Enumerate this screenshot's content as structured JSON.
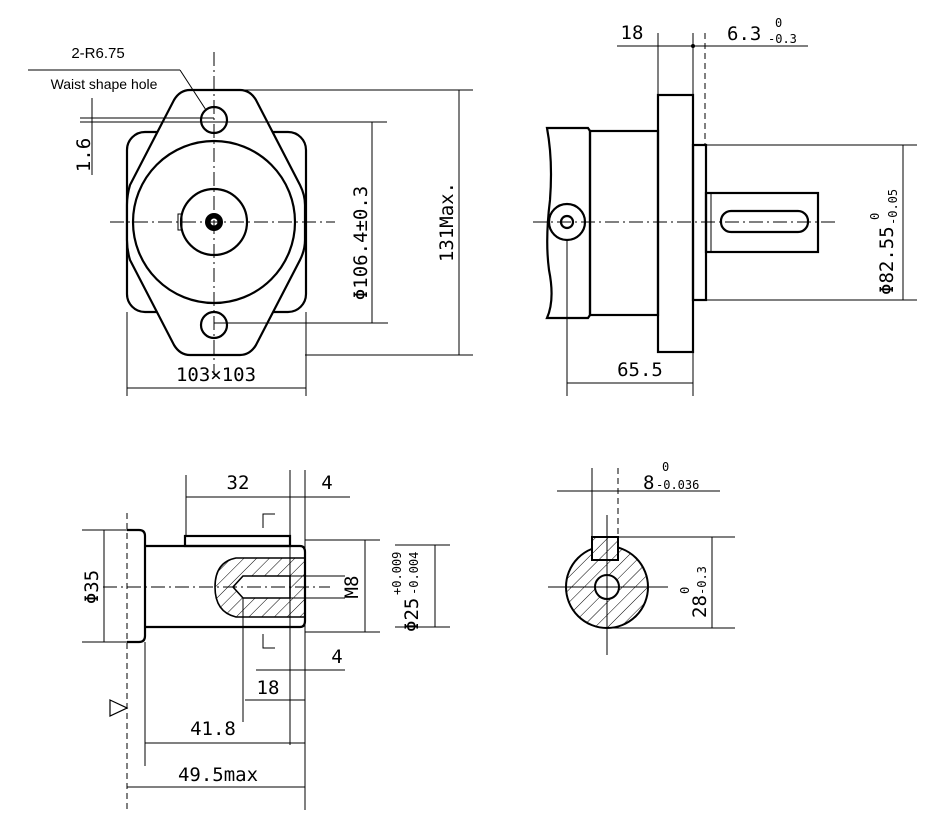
{
  "front_view": {
    "hole_label": "2-R6.75",
    "hole_note": "Waist shape hole",
    "offset_dim": "1.6",
    "pilot_circle_dim": "Φ106.4±0.3",
    "height_dim": "131Max.",
    "flange_dim": "103×103"
  },
  "side_view": {
    "flange_thickness": "18",
    "pilot_length": {
      "base": "6.3",
      "upper": "0",
      "lower": "-0.3"
    },
    "pilot_diameter": {
      "base": "Φ82.55",
      "upper": "0",
      "lower": "-0.05"
    },
    "port_distance": "65.5"
  },
  "shaft_view": {
    "key_length": "32",
    "key_offset_top": "4",
    "flange_diameter": "Φ35",
    "thread": "M8",
    "shaft_diameter": {
      "base": "Φ25",
      "upper": "+0.009",
      "lower": "-0.004"
    },
    "key_offset_bottom": "4",
    "thread_depth": "18",
    "shaft_length": "41.8",
    "total_length": "49.5max"
  },
  "section_view": {
    "key_width": {
      "base": "8",
      "upper": "0",
      "lower": "-0.036"
    },
    "key_height": {
      "base": "28",
      "upper": "0",
      "lower": "-0.3"
    }
  }
}
